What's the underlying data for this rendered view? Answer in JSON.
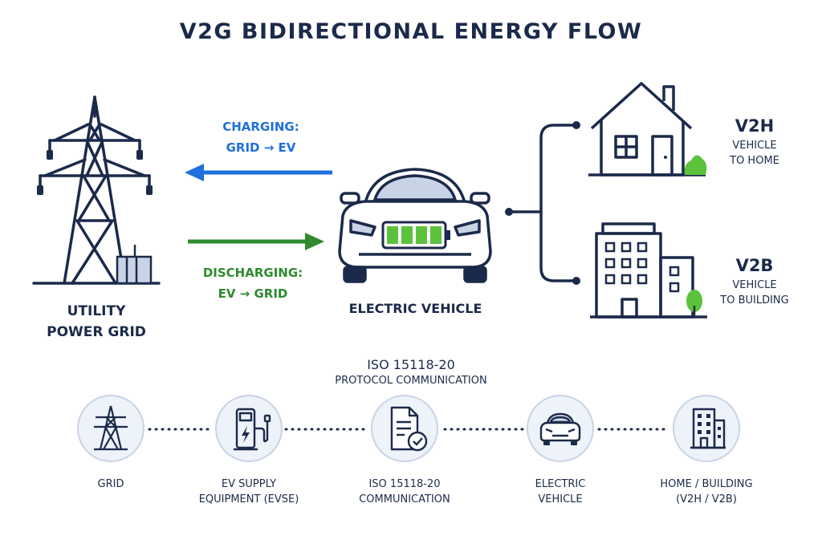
{
  "title": "V2G BIDIRECTIONAL ENERGY FLOW",
  "top": {
    "grid_label_line1": "UTILITY",
    "grid_label_line2": "POWER GRID",
    "charging_line1": "CHARGING:",
    "charging_line2": "GRID → EV",
    "discharging_line1": "DISCHARGING:",
    "discharging_line2": "EV → GRID",
    "ev_label": "ELECTRIC VEHICLE",
    "v2h_title": "V2H",
    "v2h_line1": "VEHICLE",
    "v2h_line2": "TO HOME",
    "v2b_title": "V2B",
    "v2b_line1": "VEHICLE",
    "v2b_line2": "TO BUILDING"
  },
  "protocol": {
    "name": "ISO 15118-20",
    "caption": "PROTOCOL COMMUNICATION"
  },
  "steps": [
    {
      "line1": "GRID",
      "line2": "",
      "icon": "transmission-tower-icon"
    },
    {
      "line1": "EV SUPPLY",
      "line2": "EQUIPMENT (EVSE)",
      "icon": "charging-station-icon"
    },
    {
      "line1": "ISO 15118-20",
      "line2": "COMMUNICATION",
      "icon": "document-check-icon"
    },
    {
      "line1": "ELECTRIC",
      "line2": "VEHICLE",
      "icon": "car-icon"
    },
    {
      "line1": "HOME / BUILDING",
      "line2": "(V2H / V2B)",
      "icon": "building-icon"
    }
  ],
  "colors": {
    "navy": "#1b2a4a",
    "charge_blue": "#1f6fdc",
    "discharge_green": "#2e8b2e",
    "battery_green": "#5cc23c",
    "circle_fill": "#eef2f9"
  }
}
